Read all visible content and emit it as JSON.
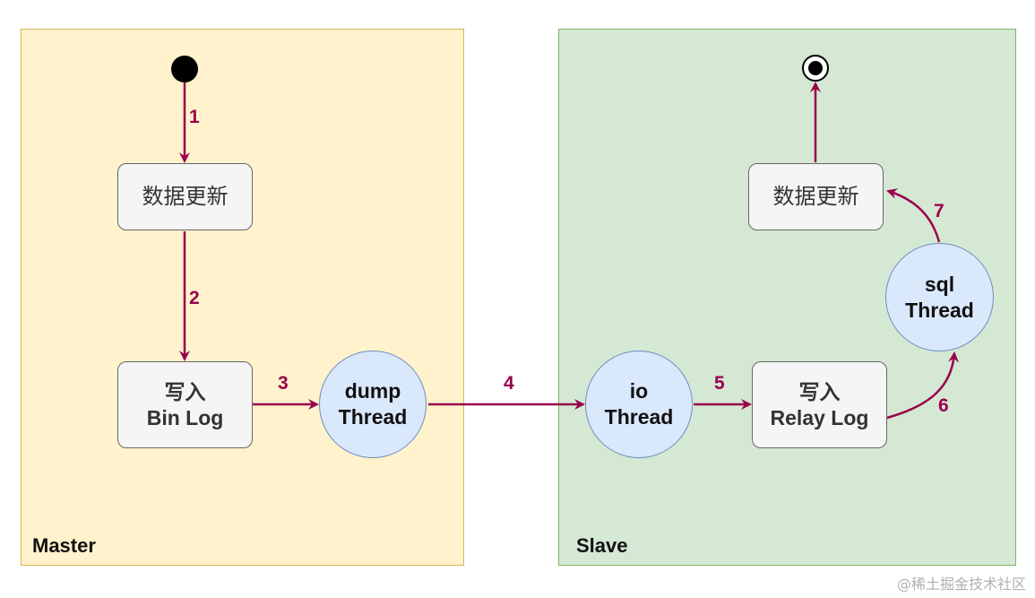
{
  "master": {
    "label": "Master"
  },
  "slave": {
    "label": "Slave"
  },
  "nodes": {
    "master_update": "数据更新",
    "write_binlog": {
      "line1": "写入",
      "line2": "Bin Log"
    },
    "dump_thread": {
      "line1": "dump",
      "line2": "Thread"
    },
    "io_thread": {
      "line1": "io",
      "line2": "Thread"
    },
    "write_relaylog": {
      "line1": "写入",
      "line2": "Relay Log"
    },
    "sql_thread": {
      "line1": "sql",
      "line2": "Thread"
    },
    "slave_update": "数据更新"
  },
  "steps": [
    "1",
    "2",
    "3",
    "4",
    "5",
    "6",
    "7"
  ],
  "colors": {
    "edge": "#99004d",
    "master_fill": "#fff2cc",
    "slave_fill": "#d5e8d4",
    "thread_fill": "#dae8fc"
  },
  "watermark": "@稀土掘金技术社区"
}
